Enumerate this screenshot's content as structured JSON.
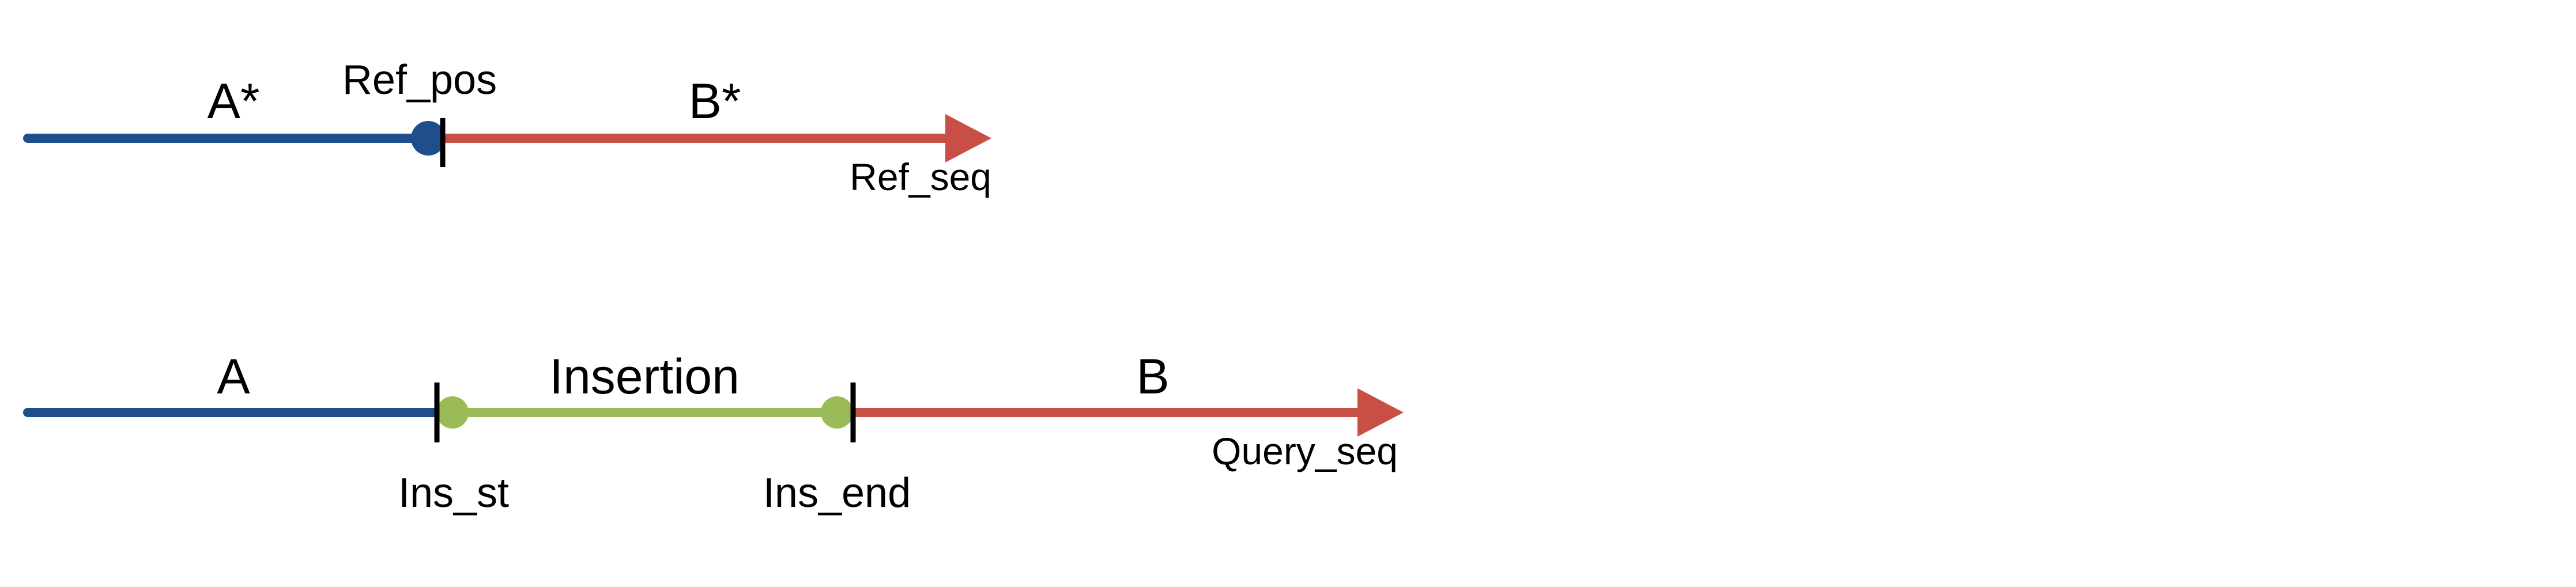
{
  "colors": {
    "blue": "#1f4e8c",
    "red": "#c84f45",
    "green": "#9bbb59",
    "black": "#000000"
  },
  "reference": {
    "segment_a_label": "A*",
    "segment_b_label": "B*",
    "position_label": "Ref_pos",
    "sequence_label": "Ref_seq"
  },
  "query": {
    "segment_a_label": "A",
    "insertion_label": "Insertion",
    "segment_b_label": "B",
    "insertion_start_label": "Ins_st",
    "insertion_end_label": "Ins_end",
    "sequence_label": "Query_seq"
  }
}
